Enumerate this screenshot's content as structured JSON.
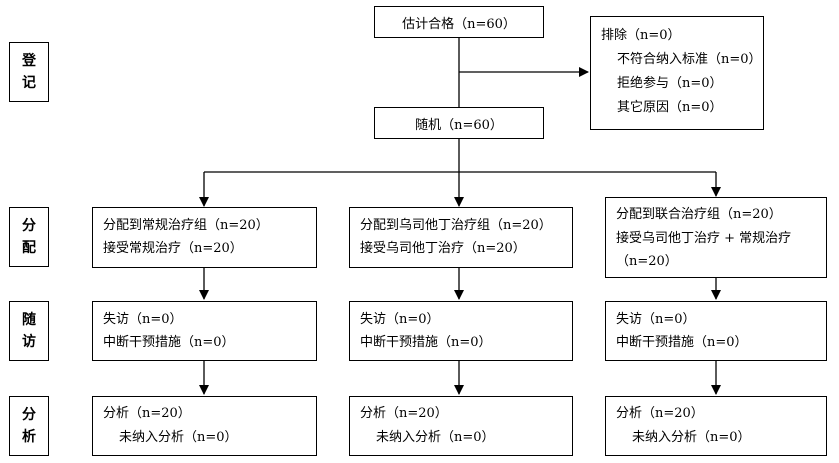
{
  "stages": {
    "enrollment": [
      "登",
      "记"
    ],
    "allocation": [
      "分",
      "配"
    ],
    "followup": [
      "随",
      "访"
    ],
    "analysis": [
      "分",
      "析"
    ]
  },
  "assessed": "估计合格（n=60）",
  "excluded": {
    "title": "排除（n=0）",
    "items": [
      "不符合纳入标准（n=0）",
      "拒绝参与（n=0）",
      "其它原因（n=0）"
    ]
  },
  "randomized": "随机（n=60）",
  "groups": [
    {
      "allocation": [
        "分配到常规治疗组（n=20）",
        "接受常规治疗（n=20）"
      ],
      "followup": [
        "失访（n=0）",
        "中断干预措施（n=0）"
      ],
      "analysis": [
        "分析（n=20）",
        "未纳入分析（n=0）"
      ]
    },
    {
      "allocation": [
        "分配到乌司他丁治疗组（n=20）",
        "接受乌司他丁治疗（n=20）"
      ],
      "followup": [
        "失访（n=0）",
        "中断干预措施（n=0）"
      ],
      "analysis": [
        "分析（n=20）",
        "未纳入分析（n=0）"
      ]
    },
    {
      "allocation": [
        "分配到联合治疗组（n=20）",
        "接受乌司他丁治疗 + 常规治疗",
        "（n=20）"
      ],
      "followup": [
        "失访（n=0）",
        "中断干预措施（n=0）"
      ],
      "analysis": [
        "分析（n=20）",
        "未纳入分析（n=0）"
      ]
    }
  ]
}
